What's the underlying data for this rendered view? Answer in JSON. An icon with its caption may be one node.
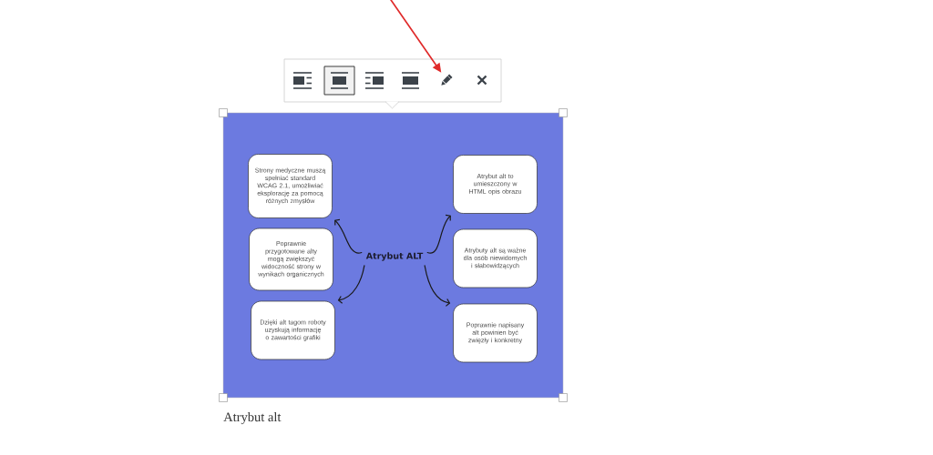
{
  "diagram": {
    "caption": "Atrybut alt",
    "nodes": [
      {
        "text": [],
        "shape": "box"
      },
      {
        "text": [
          "Strony medyczne muszą spełniać standard WCAG 2.1, umożliwiać eksplorację za pomocą różnych zmysłów"
        ],
        "in": 0
      },
      {
        "text": [
          "Atrybut alt to umieszczony w HTML opis obrazu"
        ],
        "in": 0
      },
      {
        "text": [
          "Atrybut ALT"
        ],
        "in": 0
      },
      {
        "text": [
          "Poprawnie przygotowane alty mogą zwiększyć widoczność strony w wynikach organicznych"
        ],
        "in": 0
      },
      {
        "text": [
          "Atrybuty alt są ważne dla osób niewidomych i słabowidzących"
        ],
        "in": 0
      },
      {
        "text": [
          "Dzięki alt tagom roboty uzyskują informację o zawartości grafiki"
        ],
        "in": 0
      },
      {
        "text": [
          "Poprawnie napisany alt powinien być zwięzły i konkretny"
        ],
        "in": 0
      },
      {
        "text": [],
        "shape": "picture"
      }
    ],
    "edges": [
      {
        "from": 3,
        "to": 1,
        "arrow": "to"
      },
      {
        "from": 3,
        "to": 2,
        "arrow": "to"
      },
      {
        "from": 3,
        "to": 6,
        "arrow": "to"
      },
      {
        "from": 3,
        "to": 7,
        "arrow": "to"
      },
      {
        "from": null,
        "to": 8,
        "arrow": "to",
        "color": "#e02b2b"
      }
    ]
  }
}
